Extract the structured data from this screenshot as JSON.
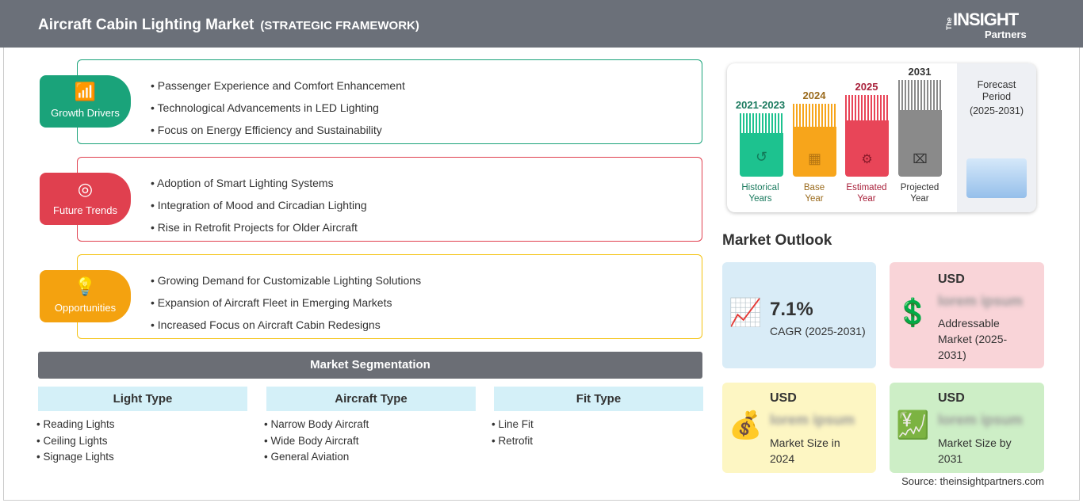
{
  "header": {
    "title": "Aircraft Cabin Lighting Market",
    "subtitle": "(STRATEGIC FRAMEWORK)",
    "logo": {
      "the": "The",
      "insight": "INSIGHT",
      "partners": "Partners"
    }
  },
  "framework": [
    {
      "label": "Growth Drivers",
      "color": "#1aa37a",
      "icon": "chart-growth-icon",
      "items": [
        "Passenger Experience and Comfort Enhancement",
        "Technological Advancements in LED Lighting",
        "Focus on Energy Efficiency and Sustainability"
      ]
    },
    {
      "label": "Future Trends",
      "color": "#e0404f",
      "icon": "target-icon",
      "items": [
        "Adoption of Smart Lighting Systems",
        "Integration of Mood and Circadian Lighting",
        "Rise in Retrofit Projects for Older Aircraft"
      ]
    },
    {
      "label": "Opportunities",
      "color": "#f4a20f",
      "icon": "lightbulb-hand-icon",
      "items": [
        "Growing Demand for Customizable Lighting Solutions",
        "Expansion of Aircraft Fleet in Emerging Markets",
        "Increased Focus on Aircraft Cabin Redesigns"
      ]
    }
  ],
  "segmentation": {
    "title": "Market Segmentation",
    "columns": [
      {
        "header": "Light Type",
        "items": [
          "Reading Lights",
          "Ceiling Lights",
          "Signage Lights"
        ]
      },
      {
        "header": "Aircraft Type",
        "items": [
          "Narrow Body Aircraft",
          "Wide Body Aircraft",
          "General Aviation"
        ]
      },
      {
        "header": "Fit Type",
        "items": [
          "Line Fit",
          "Retrofit"
        ]
      }
    ]
  },
  "timeline": {
    "bars": [
      {
        "year": "2021-2023",
        "label1": "Historical",
        "label2": "Years",
        "color": "#1dc28f",
        "text": "#1a7a5e"
      },
      {
        "year": "2024",
        "label1": "Base",
        "label2": "Year",
        "color": "#f7a51b",
        "text": "#9a6a1c"
      },
      {
        "year": "2025",
        "label1": "Estimated",
        "label2": "Year",
        "color": "#e84558",
        "text": "#a8203a"
      },
      {
        "year": "2031",
        "label1": "Projected",
        "label2": "Year",
        "color": "#8a8a8a",
        "text": "#333333"
      }
    ],
    "forecast_label1": "Forecast",
    "forecast_label2": "Period",
    "forecast_range": "(2025-2031)"
  },
  "outlook": {
    "title": "Market Outlook",
    "cagr": {
      "value": "7.1%",
      "label": "CAGR (2025-2031)"
    },
    "addressable": {
      "currency": "USD",
      "value": "lorem ipsum",
      "label": "Addressable Market (2025-2031)"
    },
    "size2024": {
      "currency": "USD",
      "value": "lorem ipsum",
      "label": "Market Size in 2024"
    },
    "size2031": {
      "currency": "USD",
      "value": "lorem ipsum",
      "label": "Market Size by 2031"
    }
  },
  "source": "Source: theinsightpartners.com"
}
